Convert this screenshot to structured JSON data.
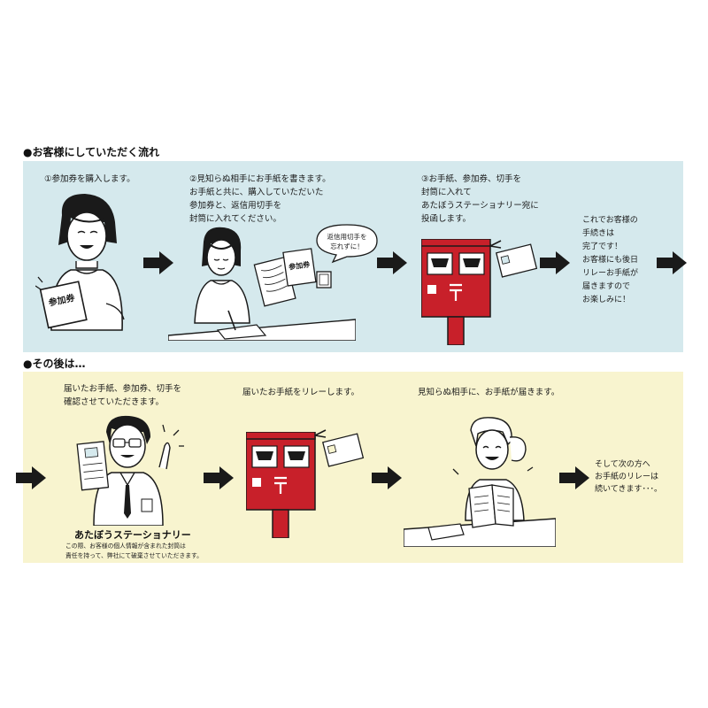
{
  "section1": {
    "heading": "●お客様にしていただく流れ",
    "step1": "①参加券を購入します。",
    "step2": "②見知らぬ相手にお手紙を書きます。\nお手紙と共に、購入していただいた\n参加券と、返信用切手を\n封筒に入れてください。",
    "step2_bubble": "返信用切手を\n忘れずに！",
    "ticket_text": "参加券",
    "step3": "③お手紙、参加券、切手を\n封筒に入れて\nあたぼうステーショナリー宛に\n投函します。",
    "done": "これでお客様の\n手続きは\n完了です！\nお客様にも後日\nリレーお手紙が\n届きますので\nお楽しみに！"
  },
  "section2": {
    "heading": "●その後は…",
    "step1": "届いたお手紙、参加券、切手を\n確認させていただきます。",
    "brand": "あたぼうステーショナリー",
    "note": "この際、お客様の個人情報が含まれた封筒は\n責任を持って、弊社にて破棄させていただきます。",
    "step2": "届いたお手紙をリレーします。",
    "step3": "見知らぬ相手に、お手紙が届きます。",
    "final": "そして次の方へ\nお手紙のリレーは\n続いてきます･･･。"
  },
  "colors": {
    "band1": "#d5e9ed",
    "band2": "#f8f4cf",
    "postbox_red": "#c8202a",
    "arrow": "#1a1a1a"
  },
  "icons": {
    "arrow": "right-arrow-icon",
    "postbox": "postbox-icon",
    "envelope": "envelope-icon"
  }
}
